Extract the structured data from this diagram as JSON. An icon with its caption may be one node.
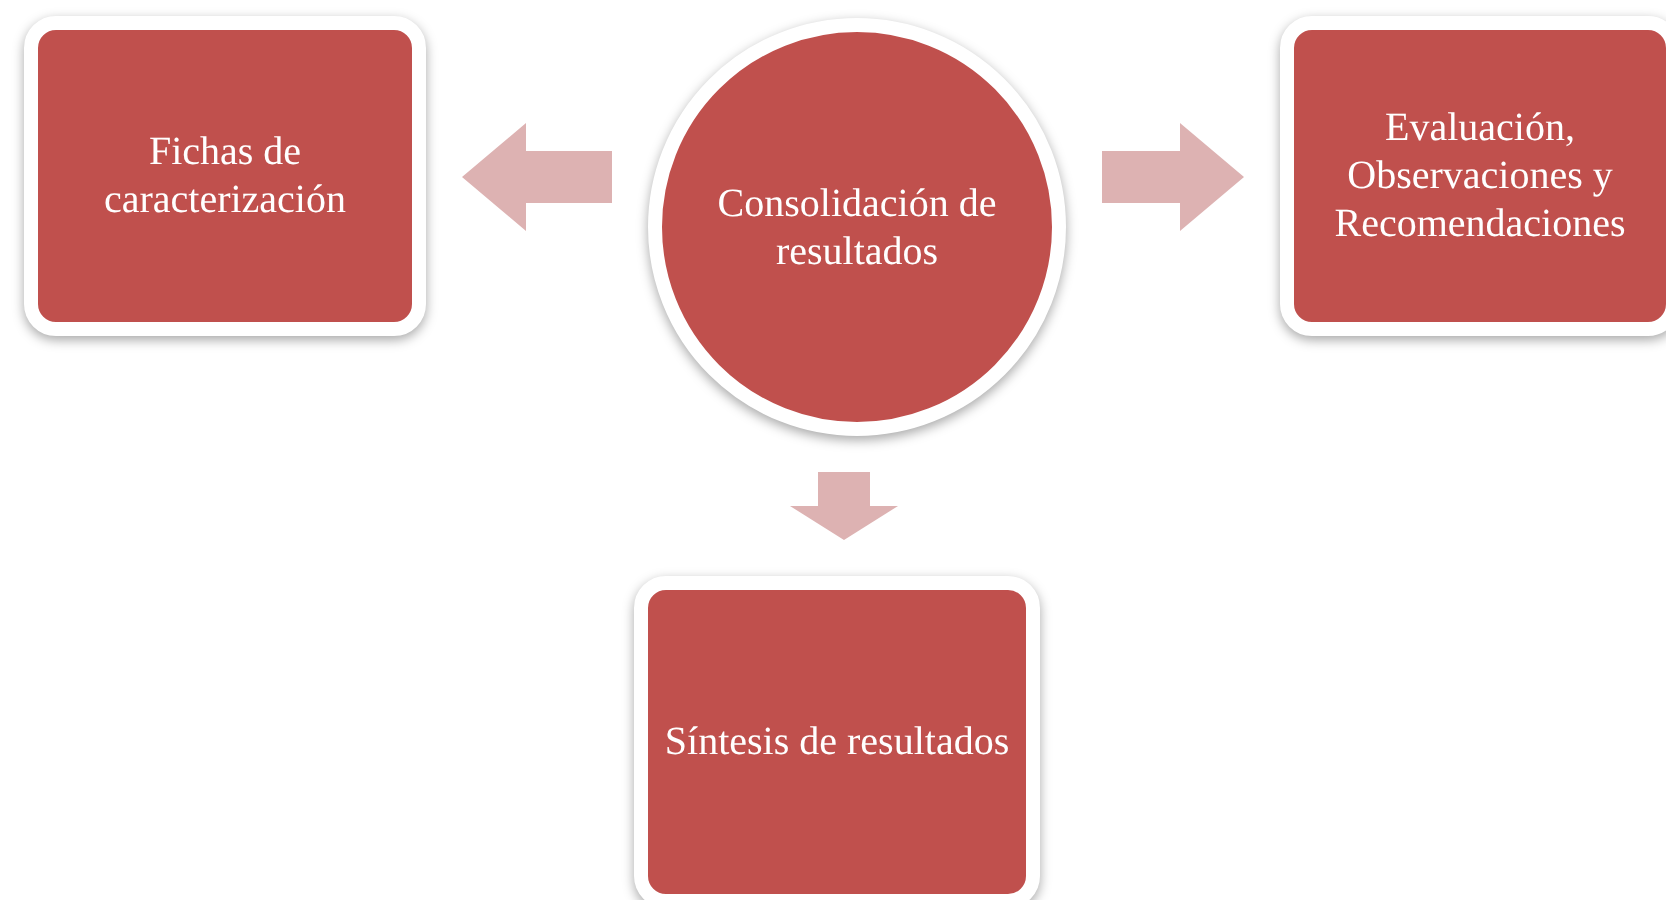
{
  "diagram": {
    "nodes": [
      {
        "text": [
          "Fichas de caracterización"
        ]
      },
      {
        "text": [
          "Consolidación de resultados"
        ]
      },
      {
        "text": [
          "Evaluación, Observaciones y Recomendaciones"
        ]
      },
      {
        "text": [
          "Síntesis de resultados"
        ]
      }
    ],
    "edges": [
      {
        "from": 1,
        "to": 0,
        "arrow": "to"
      },
      {
        "from": 1,
        "to": 2,
        "arrow": "to"
      },
      {
        "from": 1,
        "to": 3,
        "arrow": "to"
      }
    ]
  }
}
